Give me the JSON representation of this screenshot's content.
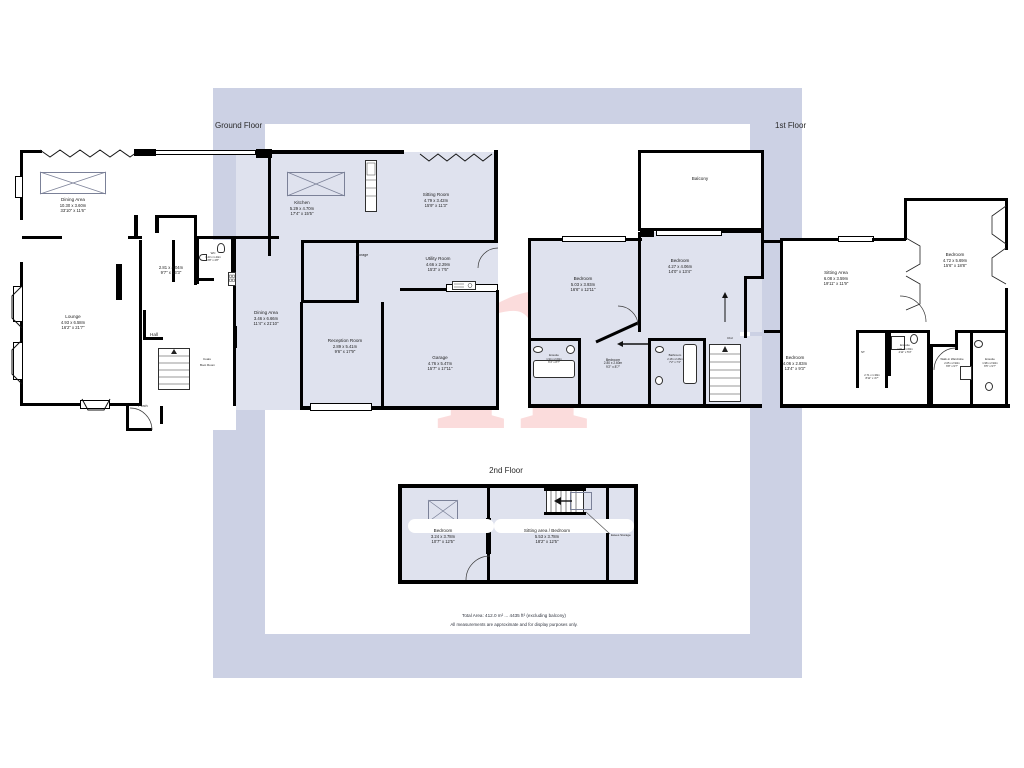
{
  "document": {
    "type": "floor-plan",
    "floors": [
      "Ground Floor",
      "1st Floor",
      "2nd Floor"
    ]
  },
  "headers": {
    "ground": "Ground Floor",
    "first": "1st Floor",
    "second": "2nd Floor"
  },
  "footer": {
    "total_area": "Total Area: 412.0 m² ... 4435 ft² (excluding balcony)",
    "disclaimer": "All measurements are approximate and for display purposes only."
  },
  "ground_floor": {
    "rooms": [
      {
        "name": "Dining Area",
        "metric": "10.30 x 3.60m",
        "imperial": "33'10\" x 11'6\""
      },
      {
        "name": "Lounge",
        "metric": "4.93 x 6.58m",
        "imperial": "16'2\" x 21'7\""
      },
      {
        "name": "",
        "metric": "2.81 x 4.04m",
        "imperial": "9'7\" x 13'3\""
      },
      {
        "name": "Hall",
        "metric": "",
        "imperial": ""
      },
      {
        "name": "Porch",
        "metric": "",
        "imperial": ""
      },
      {
        "name": "WC",
        "metric": "1.43 x 1.44m",
        "imperial": "4'8\" x 4'8\""
      },
      {
        "name": "Dining Area",
        "metric": "3.46 x 6.66m",
        "imperial": "11'4\" x 21'10\""
      },
      {
        "name": "Kitchen",
        "metric": "5.29 x 4.70m",
        "imperial": "17'4\" x 15'5\""
      },
      {
        "name": "Sitting Room",
        "metric": "4.79 x 3.42m",
        "imperial": "15'9\" x 11'3\""
      },
      {
        "name": "Storage",
        "metric": "",
        "imperial": ""
      },
      {
        "name": "Utility Room",
        "metric": "4.66 x 2.29m",
        "imperial": "15'3\" x 7'6\""
      },
      {
        "name": "Reception Room",
        "metric": "2.89 x 5.41m",
        "imperial": "9'6\" x 17'9\""
      },
      {
        "name": "Garage",
        "metric": "4.76 x 5.47m",
        "imperial": "15'7\" x 17'11\""
      }
    ],
    "annotations": [
      {
        "text": "Coats"
      },
      {
        "text": "Boot Room"
      }
    ]
  },
  "first_floor": {
    "rooms": [
      {
        "name": "Balcony",
        "metric": "",
        "imperial": ""
      },
      {
        "name": "Bedroom",
        "metric": "4.27 x 4.06m",
        "imperial": "14'0\" x 13'4\""
      },
      {
        "name": "Bedroom",
        "metric": "5.03 x 3.93m",
        "imperial": "16'6\" x 12'11\""
      },
      {
        "name": "Ensuite",
        "metric": "1.94 x 2.60m",
        "imperial": "6'4\" x 8'7\""
      },
      {
        "name": "Bedroom",
        "metric": "2.80 x 2.60m",
        "imperial": "9'2\" x 8'7\""
      },
      {
        "name": "Bathroom",
        "metric": "2.18 x 2.26m",
        "imperial": "7'2\" x 7'4\""
      },
      {
        "name": "Sitting Area",
        "metric": "6.08 x 3.59m",
        "imperial": "19'11\" x 11'9\""
      },
      {
        "name": "Bedroom",
        "metric": "4.06 x 2.83m",
        "imperial": "13'4\" x 9'3\""
      },
      {
        "name": "Bedroom",
        "metric": "4.72 x 5.69m",
        "imperial": "15'6\" x 18'8\""
      },
      {
        "name": "Ensuite",
        "metric": "1.51 x 1.60m",
        "imperial": "4'11\" x 5'3\""
      },
      {
        "name": "",
        "metric": "2.71 x 1.39m",
        "imperial": "8'11\" x 4'7\""
      },
      {
        "name": "Walk-in Wardrobe",
        "metric": "2.05 x 2.93m",
        "imperial": "6'8\" x 9'7\""
      },
      {
        "name": "Ensuite",
        "metric": "1.98 x 2.93m",
        "imperial": "6'5\" x 9'7\""
      }
    ],
    "annotations": [
      {
        "text": "ST"
      },
      {
        "text": "Cbd"
      }
    ]
  },
  "second_floor": {
    "rooms": [
      {
        "name": "Bedroom",
        "metric": "3.24 x 3.78m",
        "imperial": "10'7\" x 12'5\""
      },
      {
        "name": "Sitting area / Bedroom",
        "metric": "5.53 x 3.78m",
        "imperial": "18'2\" x 12'5\""
      }
    ],
    "annotations": [
      {
        "text": "Eaves Storage"
      }
    ]
  },
  "colors": {
    "room_fill": "#dfe2ee",
    "wall": "#000000",
    "watermark_band": "#ccd1e4",
    "watermark_logo": "#fbdcdc",
    "page": "#ffffff"
  }
}
